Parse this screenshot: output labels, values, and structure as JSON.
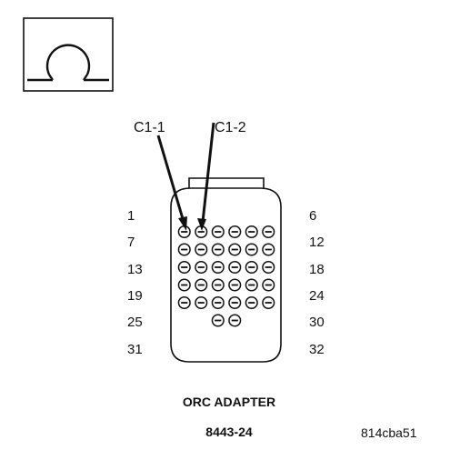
{
  "icon": {
    "name": "ohm-icon",
    "symbol": "Ω"
  },
  "callouts": {
    "left": "C1-1",
    "right": "C1-2"
  },
  "pin_labels": {
    "left": [
      "1",
      "7",
      "13",
      "19",
      "25",
      "31"
    ],
    "right": [
      "6",
      "12",
      "18",
      "24",
      "30",
      "32"
    ]
  },
  "connector": {
    "rows": [
      6,
      6,
      6,
      6,
      6,
      2
    ]
  },
  "caption": {
    "title": "ORC ADAPTER",
    "part_number": "8443-24"
  },
  "figure_id": "814cba51",
  "colors": {
    "ink": "#111111",
    "background": "#ffffff"
  }
}
